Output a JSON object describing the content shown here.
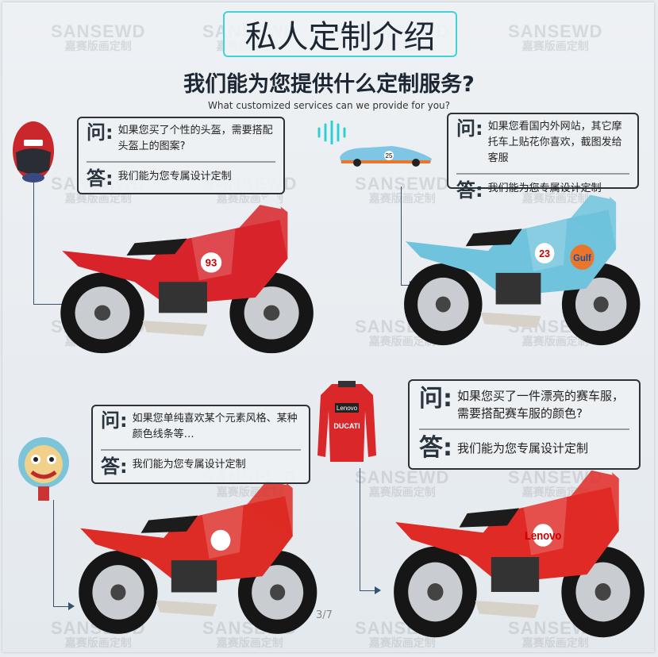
{
  "watermark": {
    "en": "SANSEWD",
    "cn": "嘉赛版画定制"
  },
  "title": "私人定制介绍",
  "subtitle": "我们能为您提供什么定制服务?",
  "subtitle_en": "What customized services can we provide for you?",
  "q_label": "问:",
  "a_label": "答:",
  "sections": [
    {
      "question": "如果您买了个性的头盔，需要搭配头盔上的图案?",
      "answer": "我们能为您专属设计定制",
      "item": "helmet",
      "bike_color": "#d8232a"
    },
    {
      "question": "如果您看国内外网站，其它摩托车上贴花你喜欢，截图发给客服",
      "answer": "我们能为您专属设计定制",
      "item": "race-car",
      "bike_color": "#6fc3dc"
    },
    {
      "question": "如果您单纯喜欢某个元素风格、某种颜色线条等…",
      "answer": "我们能为您专属设计定制",
      "item": "lion-mascot",
      "bike_color": "#dd2b25"
    },
    {
      "question": "如果您买了一件漂亮的赛车服，需要搭配赛车服的颜色?",
      "answer": "我们能为您专属设计定制",
      "item": "racing-jacket",
      "bike_color": "#e02a26"
    }
  ],
  "decals": {
    "b1": "93",
    "b2": "23",
    "b2b": "Gulf",
    "b4": "Lenovo",
    "car": "25",
    "jacket_a": "Lenovo",
    "jacket_b": "DUCATI"
  },
  "page_indicator": "3/7"
}
